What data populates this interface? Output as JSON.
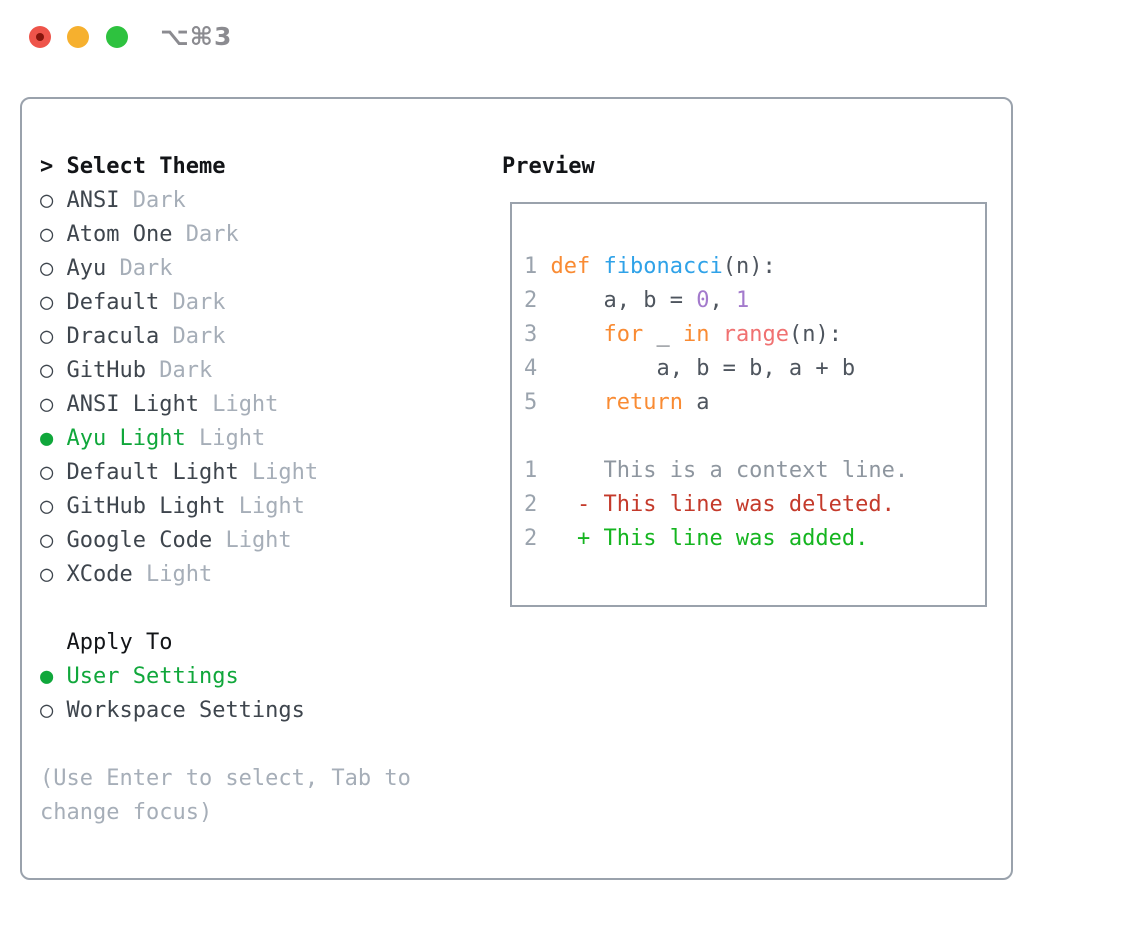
{
  "window": {
    "title": "⌥⌘3"
  },
  "colors": {
    "border_gray": "#9AA2AC",
    "text_dark": "#3E454D",
    "text_black": "#121417",
    "muted_gray": "#A6AEB8",
    "line_number_gray": "#9AA3AD",
    "selection_green": "#10A73B",
    "added_green": "#15B520",
    "deleted_red": "#C43A2B",
    "context_gray": "#8E969F",
    "keyword_orange": "#F98B33",
    "function_blue": "#2FA2E8",
    "number_purple": "#A37ACC",
    "builtin_coral": "#F07171",
    "code_text": "#4E555E",
    "title_gray": "#8B8B90",
    "traffic_red": "#EE544A",
    "traffic_red_dot": "#86150C",
    "traffic_yellow": "#F6B02E",
    "traffic_green": "#2EC23F"
  },
  "theme_panel": {
    "header_prefix": "> ",
    "header": "Select Theme",
    "bullet_selected": "● ",
    "bullet_unselected": "○ ",
    "themes": [
      {
        "name": "ANSI",
        "variant": "Dark",
        "selected": false
      },
      {
        "name": "Atom One",
        "variant": "Dark",
        "selected": false
      },
      {
        "name": "Ayu",
        "variant": "Dark",
        "selected": false
      },
      {
        "name": "Default",
        "variant": "Dark",
        "selected": false
      },
      {
        "name": "Dracula",
        "variant": "Dark",
        "selected": false
      },
      {
        "name": "GitHub",
        "variant": "Dark",
        "selected": false
      },
      {
        "name": "ANSI Light",
        "variant": "Light",
        "selected": false
      },
      {
        "name": "Ayu Light",
        "variant": "Light",
        "selected": true
      },
      {
        "name": "Default Light",
        "variant": "Light",
        "selected": false
      },
      {
        "name": "GitHub Light",
        "variant": "Light",
        "selected": false
      },
      {
        "name": "Google Code",
        "variant": "Light",
        "selected": false
      },
      {
        "name": "XCode",
        "variant": "Light",
        "selected": false
      }
    ],
    "apply_header": "Apply To",
    "apply_options": [
      {
        "name": "User Settings",
        "selected": true
      },
      {
        "name": "Workspace Settings",
        "selected": false
      }
    ],
    "hint": "(Use Enter to select, Tab to change focus)"
  },
  "preview": {
    "label": "Preview",
    "lines": [
      [
        {
          "c": "ln",
          "t": "1 "
        },
        {
          "c": "kw",
          "t": "def"
        },
        {
          "c": "pl",
          "t": " "
        },
        {
          "c": "fn",
          "t": "fibonacci"
        },
        {
          "c": "pl",
          "t": "(n):"
        }
      ],
      [
        {
          "c": "ln",
          "t": "2 "
        },
        {
          "c": "pl",
          "t": "    a, b = "
        },
        {
          "c": "num",
          "t": "0"
        },
        {
          "c": "pl",
          "t": ", "
        },
        {
          "c": "num",
          "t": "1"
        }
      ],
      [
        {
          "c": "ln",
          "t": "3 "
        },
        {
          "c": "pl",
          "t": "    "
        },
        {
          "c": "kw",
          "t": "for"
        },
        {
          "c": "pl",
          "t": " _ "
        },
        {
          "c": "kw",
          "t": "in"
        },
        {
          "c": "pl",
          "t": " "
        },
        {
          "c": "call",
          "t": "range"
        },
        {
          "c": "pl",
          "t": "(n):"
        }
      ],
      [
        {
          "c": "ln",
          "t": "4 "
        },
        {
          "c": "pl",
          "t": "        a, b = b, a + b"
        }
      ],
      [
        {
          "c": "ln",
          "t": "5 "
        },
        {
          "c": "pl",
          "t": "    "
        },
        {
          "c": "kw",
          "t": "return"
        },
        {
          "c": "pl",
          "t": " a"
        }
      ],
      [],
      [
        {
          "c": "ln",
          "t": "1 "
        },
        {
          "c": "ctx",
          "t": "    This is a context line."
        }
      ],
      [
        {
          "c": "ln",
          "t": "2 "
        },
        {
          "c": "del",
          "t": "  - This line was deleted."
        }
      ],
      [
        {
          "c": "ln",
          "t": "2 "
        },
        {
          "c": "add",
          "t": "  + This line was added."
        }
      ]
    ]
  }
}
